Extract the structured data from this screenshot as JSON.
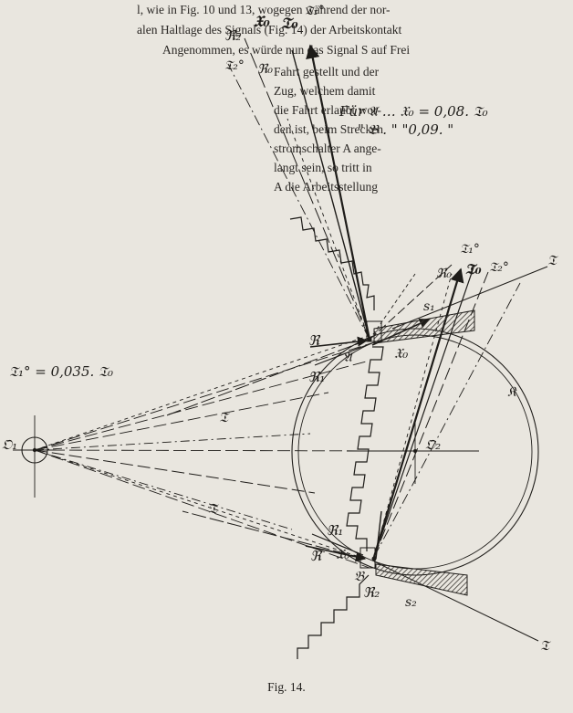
{
  "body_text": {
    "top_lines": [
      "l, wie in Fig. 10 und 13, wogegen während der nor-",
      "alen Haltlage des Signals (Fig. 14) der Arbeitskontakt",
      "Angenommen, es würde nun das Signal S auf Frei"
    ],
    "side_lines": [
      "Fahrt gestellt und der",
      "Zug, welchem damit",
      "die Fahrt erlaubt wor-",
      "den ist, beim Strecken-",
      "stromschalter A ange-",
      "langt sein, so tritt in",
      "A die Arbeitsstellung"
    ]
  },
  "annotation": {
    "line1": "Für 𝔄 … 𝔛₀ = 0,08. 𝔗₀",
    "line2": "\"   𝔅 . \"   \"0,09. \""
  },
  "labels": {
    "T1_ratio": "𝔗₁° = 0,035. 𝔗₀",
    "O1": "𝔒₁",
    "O2": "𝔒₂",
    "A": "𝔄",
    "B": "𝔅",
    "R": "ℜ",
    "R1": "ℜ₁",
    "R2": "ℜ₂",
    "X0": "𝔛₀",
    "Xo": "𝔛₀",
    "T0": "𝔗₀",
    "T1": "𝔗₁°",
    "T2": "𝔗₂°",
    "T": "𝔗",
    "K": "𝔎",
    "s1": "s₁",
    "s2": "s₂",
    "Ro": "ℜ₀"
  },
  "caption": "Fig. 14.",
  "colors": {
    "ink": "#1e1c19",
    "paper": "#e9e6df",
    "hatch": "#3a3632"
  }
}
